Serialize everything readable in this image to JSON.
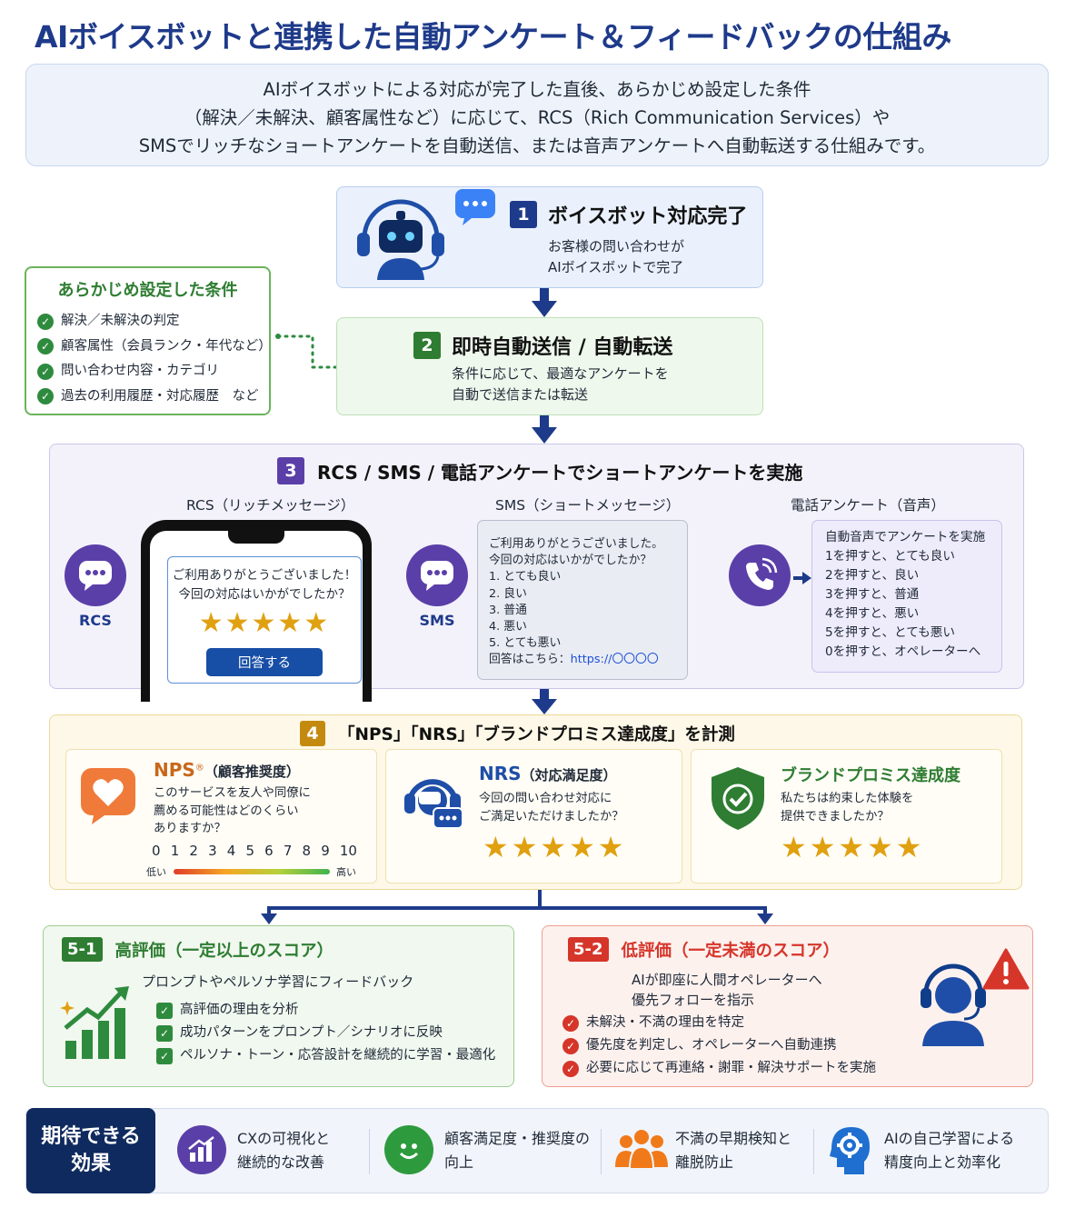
{
  "title": "AIボイスボットと連携した自動アンケート＆フィードバックの仕組み",
  "intro": {
    "line1": "AIボイスボットによる対応が完了した直後、あらかじめ設定した条件",
    "line2": "（解決／未解決、顧客属性など）に応じて、RCS（Rich Communication Services）や",
    "line3": "SMSでリッチなショートアンケートを自動送信、または音声アンケートへ自動転送する仕組みです。"
  },
  "step1": {
    "num": "1",
    "title": "ボイスボット対応完了",
    "sub1": "お客様の問い合わせが",
    "sub2": "AIボイスボットで完了"
  },
  "step2": {
    "num": "2",
    "title": "即時自動送信 / 自動転送",
    "sub1": "条件に応じて、最適なアンケートを",
    "sub2": "自動で送信または転送"
  },
  "conditions": {
    "title": "あらかじめ設定した条件",
    "items": [
      "解決／未解決の判定",
      "顧客属性（会員ランク・年代など）",
      "問い合わせ内容・カテゴリ",
      "過去の利用履歴・対応履歴　など"
    ]
  },
  "step3": {
    "num": "3",
    "title": "RCS / SMS / 電話アンケートでショートアンケートを実施",
    "rcs": {
      "head": "RCS（リッチメッセージ）",
      "label": "RCS",
      "msg1": "ご利用ありがとうございました！",
      "msg2": "今回の対応はいかがでしたか？",
      "stars": "★★★★★",
      "button": "回答する"
    },
    "sms": {
      "head": "SMS（ショートメッセージ）",
      "label": "SMS",
      "lines": [
        "ご利用ありがとうございました。",
        "今回の対応はいかがでしたか？",
        "1. とても良い",
        "2. 良い",
        "3. 普通",
        "4. 悪い",
        "5. とても悪い"
      ],
      "answer_prefix": "回答はこちら：",
      "answer_link": "https://〇〇〇〇"
    },
    "tel": {
      "head": "電話アンケート（音声）",
      "lines": [
        "自動音声でアンケートを実施",
        "1を押すと、とても良い",
        "2を押すと、良い",
        "3を押すと、普通",
        "4を押すと、悪い",
        "5を押すと、とても悪い",
        "0を押すと、オペレーターへ"
      ]
    }
  },
  "step4": {
    "num": "4",
    "title": "「NPS」「NRS」「ブランドプロミス達成度」を計測",
    "nps": {
      "name": "NPS",
      "reg": "®",
      "paren": "（顧客推奨度）",
      "q1": "このサービスを友人や同僚に",
      "q2": "薦める可能性はどのくらい",
      "q3": "ありますか？",
      "scale": [
        "0",
        "1",
        "2",
        "3",
        "4",
        "5",
        "6",
        "7",
        "8",
        "9",
        "10"
      ],
      "low": "低い",
      "high": "高い"
    },
    "nrs": {
      "name": "NRS",
      "paren": "（対応満足度）",
      "q1": "今回の問い合わせ対応に",
      "q2": "ご満足いただけましたか？",
      "stars": "★★★★★"
    },
    "brand": {
      "name": "ブランドプロミス達成度",
      "q1": "私たちは約束した体験を",
      "q2": "提供できましたか？",
      "stars": "★★★★★"
    }
  },
  "high": {
    "tag": "5-1",
    "title": "高評価（一定以上のスコア）",
    "sub": "プロンプトやペルソナ学習にフィードバック",
    "items": [
      "高評価の理由を分析",
      "成功パターンをプロンプト／シナリオに反映",
      "ペルソナ・トーン・応答設計を継続的に学習・最適化"
    ]
  },
  "low": {
    "tag": "5-2",
    "title": "低評価（一定未満のスコア）",
    "sub1": "AIが即座に人間オペレーターへ",
    "sub2": "優先フォローを指示",
    "items": [
      "未解決・不満の理由を特定",
      "優先度を判定し、オペレーターへ自動連携",
      "必要に応じて再連絡・謝罪・解決サポートを実施"
    ]
  },
  "effects": {
    "head1": "期待できる",
    "head2": "効果",
    "items": [
      {
        "l1": "CXの可視化と",
        "l2": "継続的な改善",
        "icon": "chart-up-icon"
      },
      {
        "l1": "顧客満足度・推奨度の",
        "l2": "向上",
        "icon": "smile-icon"
      },
      {
        "l1": "不満の早期検知と",
        "l2": "離脱防止",
        "icon": "people-icon"
      },
      {
        "l1": "AIの自己学習による",
        "l2": "精度向上と効率化",
        "icon": "brain-gear-icon"
      }
    ]
  },
  "colors": {
    "navy": "#1e3a8a",
    "green": "#2e7d32",
    "purple": "#5b3fa8",
    "gold": "#c48a10",
    "red": "#d6352a"
  }
}
